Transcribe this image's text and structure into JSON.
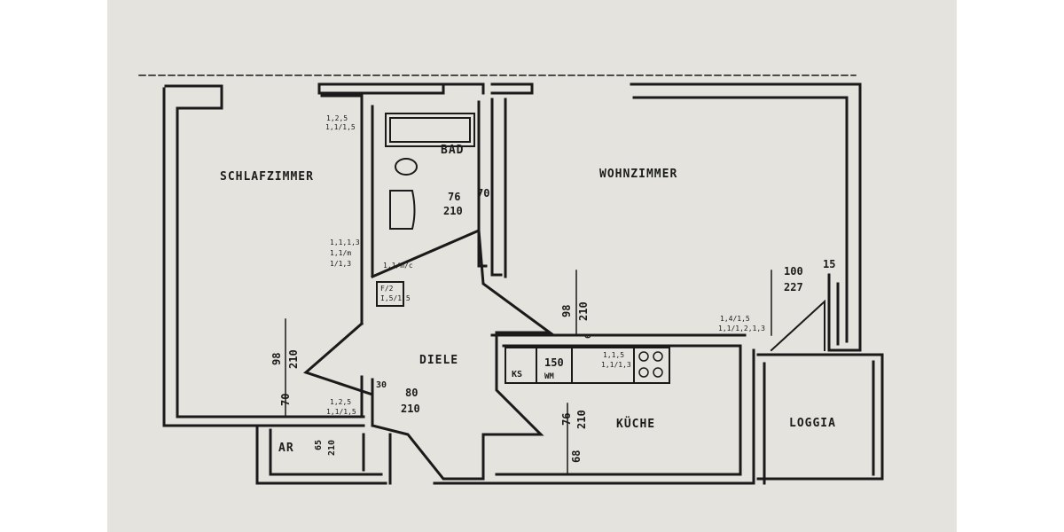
{
  "rooms": {
    "schlafzimmer": "SCHLAFZIMMER",
    "bad": "BAD",
    "wohnzimmer": "WOHNZIMMER",
    "diele": "DIELE",
    "kueche": "KÜCHE",
    "loggia": "LOGGIA",
    "abstell": "AR"
  },
  "labels": {
    "ks": "KS",
    "wm": "WM",
    "wm_width": "150"
  },
  "dimensions": {
    "bad_door": [
      "76",
      "210"
    ],
    "bad_wall": "70",
    "wohn_door": [
      "100",
      "227"
    ],
    "wohn_wall": "15",
    "schlaf_door_v": "98",
    "schlaf_door_h": "210",
    "schlaf_wall": "70",
    "wohn_kueche_v": "98",
    "wohn_kueche_h": "210",
    "wohn_kueche_gap": "6",
    "diele_door": [
      "80",
      "210"
    ],
    "diele_wall": "30",
    "kueche_door_a": "76",
    "kueche_door_b": "210",
    "kueche_wall": "68",
    "ar_door_a": "65",
    "ar_door_b": "210"
  },
  "annotations": {
    "schlaf_window": [
      "1,2,5",
      "1,1/1,5"
    ],
    "schlaf_side": [
      "1,1,1,3",
      "1,1/m",
      "1/1,3"
    ],
    "bad_small": "1,1/m/c",
    "cabinet": [
      "F/2",
      "I,5/1,5"
    ],
    "stove": [
      "1,1,5",
      "1,1/1,3"
    ],
    "diele_small": [
      "1,2,5",
      "1,1/1,5"
    ],
    "wohn_corner": [
      "1,4/1,5",
      "1,1/1,2,1,3"
    ]
  }
}
